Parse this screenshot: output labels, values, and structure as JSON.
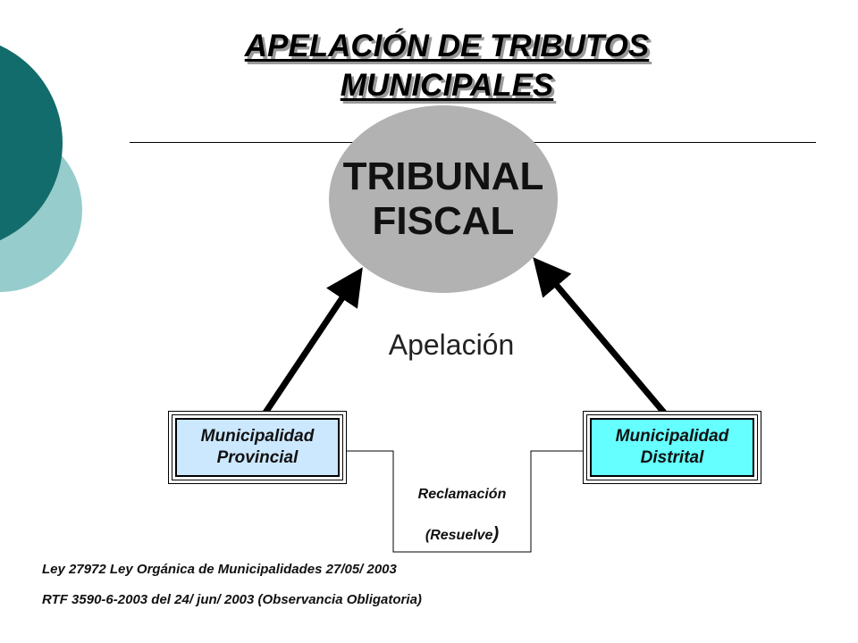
{
  "title": {
    "line1": "APELACIÓN DE TRIBUTOS",
    "line2": "MUNICIPALES"
  },
  "center_node": {
    "line1": "TRIBUNAL",
    "line2": "FISCAL"
  },
  "edge_label": "Apelación",
  "left_node": {
    "line1": "Municipalidad",
    "line2": "Provincial"
  },
  "right_node": {
    "line1": "Municipalidad",
    "line2": "Distrital"
  },
  "bracket_label": {
    "line1": "Reclamación",
    "line2_text": "(Resuelve",
    "line2_paren": ")"
  },
  "footer": {
    "line1": "Ley 27972 Ley Orgánica de Municipalidades 27/05/ 2003",
    "line2": "RTF 3590-6-2003 del 24/ jun/ 2003 (Observancia Obligatoria)"
  },
  "colors": {
    "deco_dark": "#136c6c",
    "deco_light": "#96cccc",
    "ellipse_fill": "#b2b2b2",
    "left_box_fill": "#cce8ff",
    "right_box_fill": "#66ffff"
  }
}
